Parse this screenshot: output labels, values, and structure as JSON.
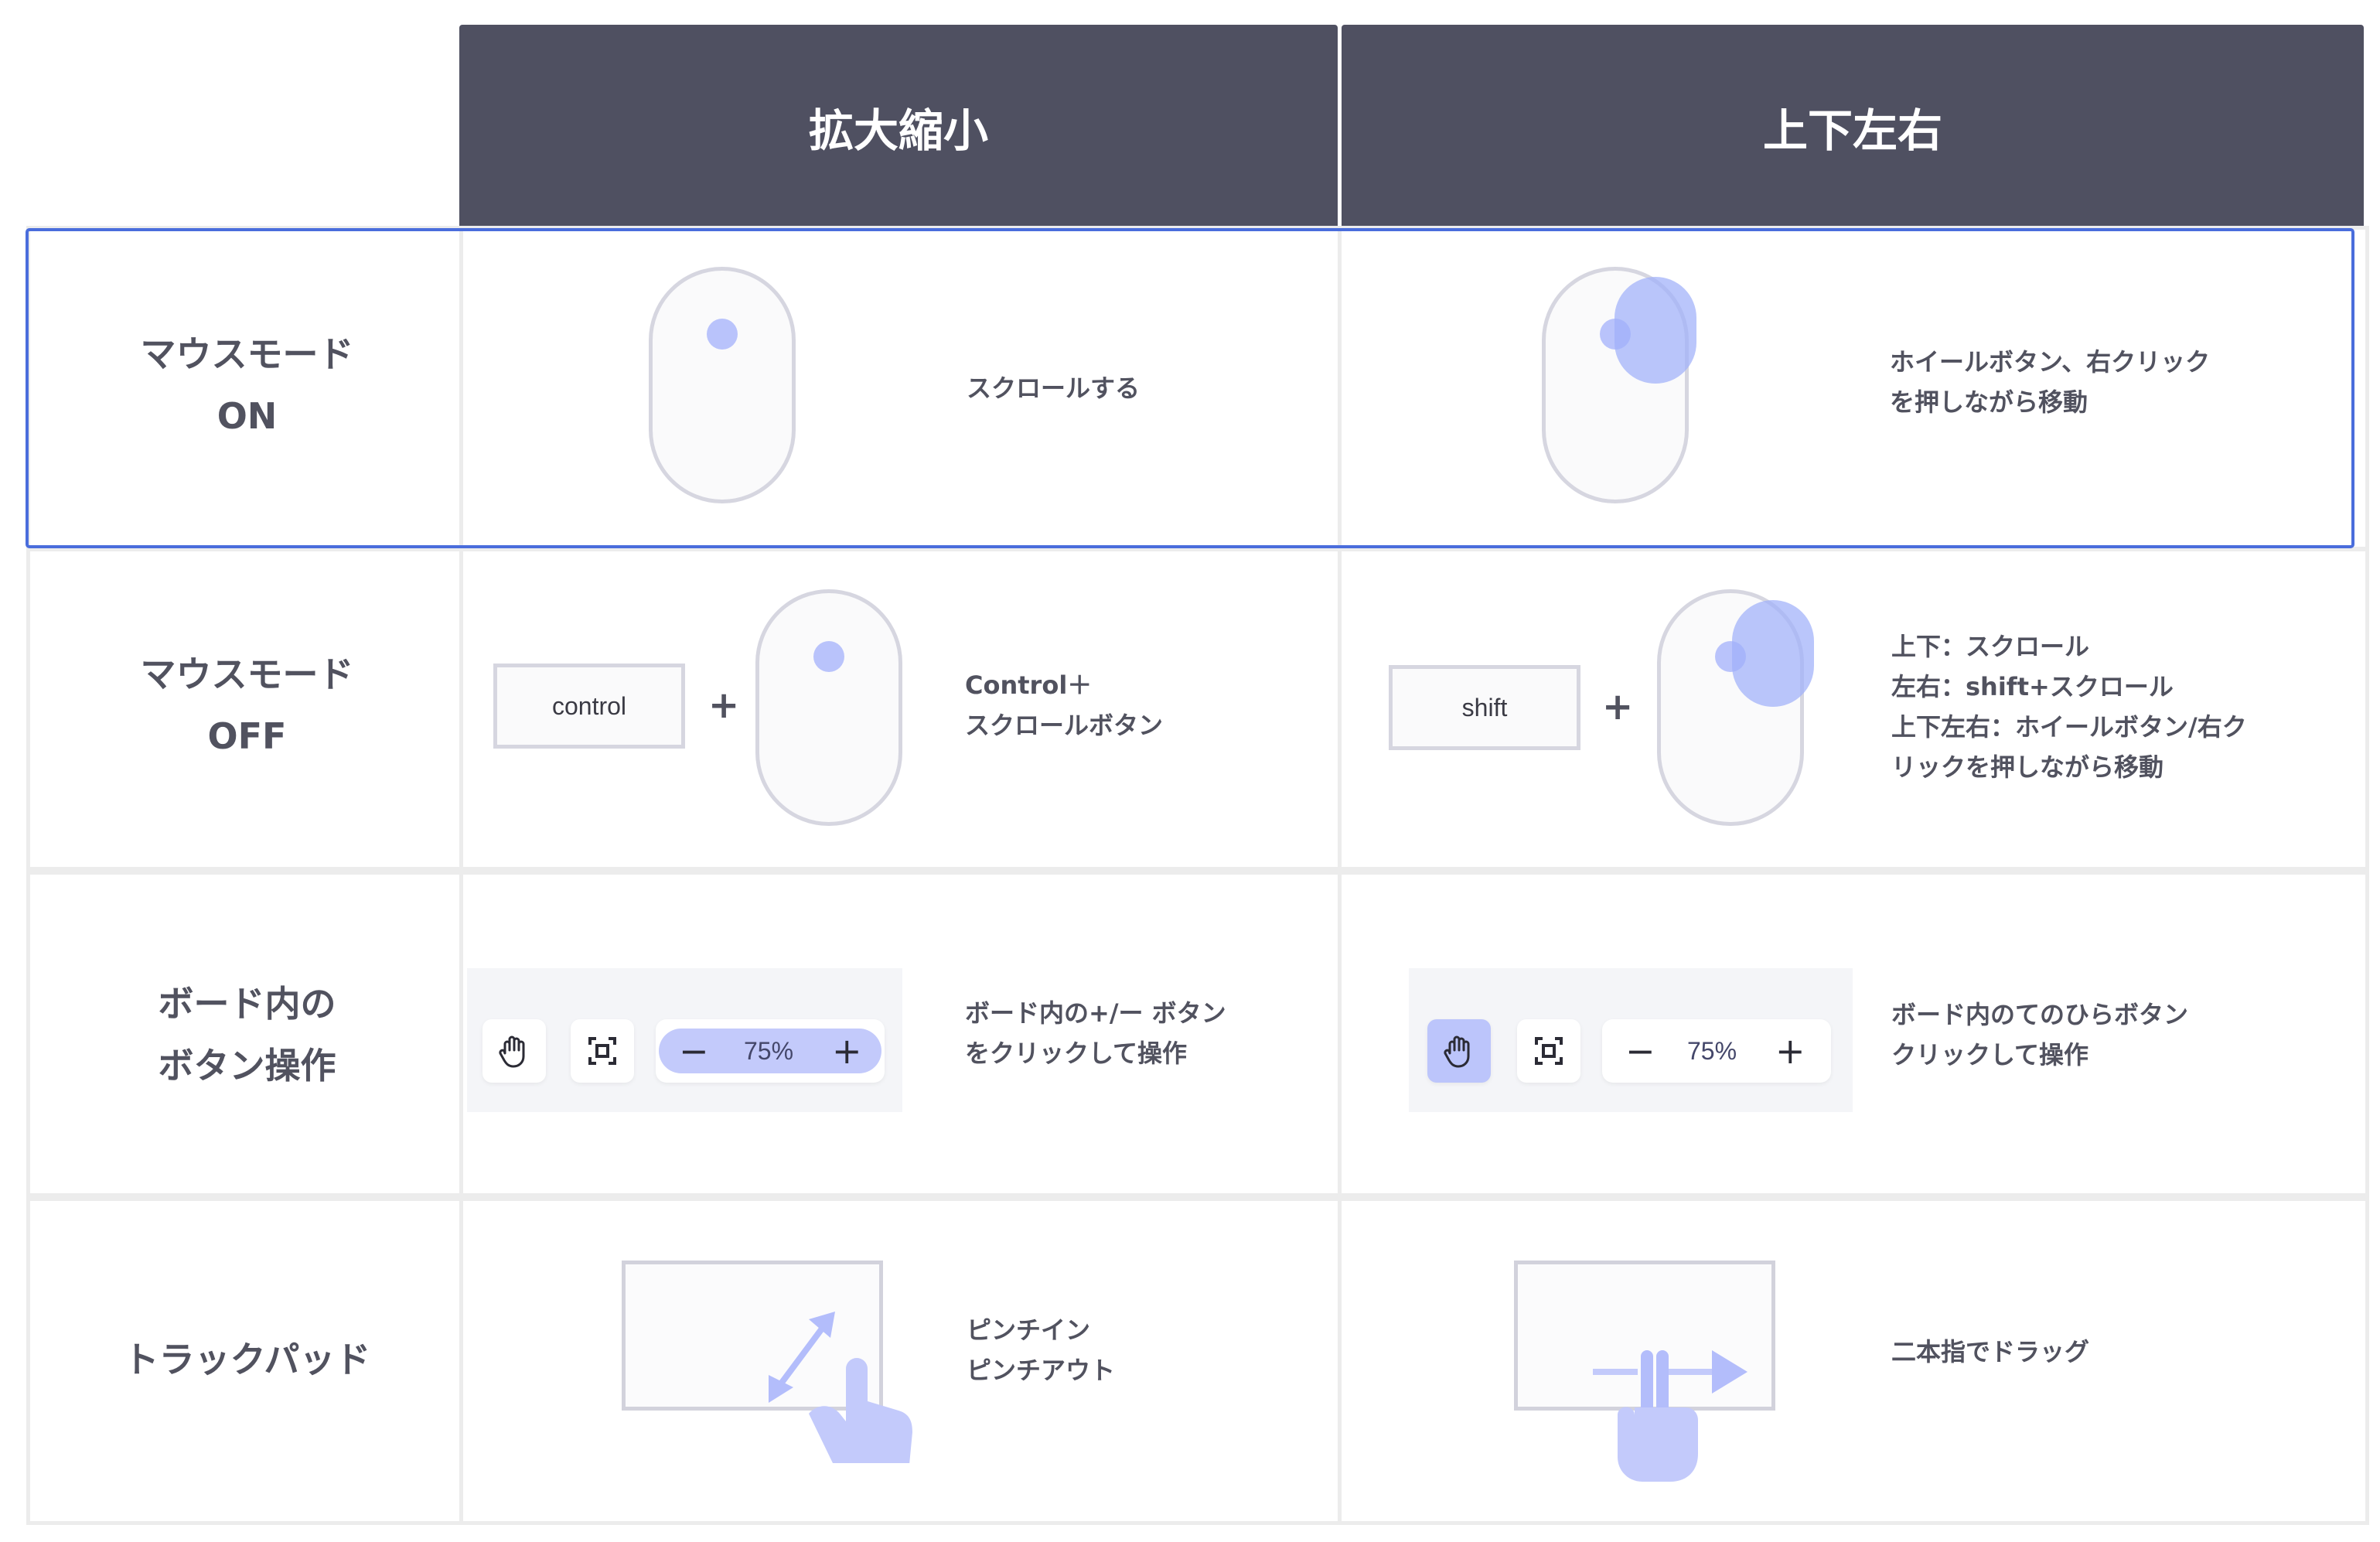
{
  "columns": {
    "zoom": "拡大縮小",
    "pan": "上下左右"
  },
  "rows": {
    "mouse_on": {
      "label_line1": "マウスモード",
      "label_line2": "ON",
      "zoom_desc": "スクロールする",
      "pan_desc_line1": "ホイールボタン、右クリック",
      "pan_desc_line2": "を押しながら移動"
    },
    "mouse_off": {
      "label_line1": "マウスモード",
      "label_line2": "OFF",
      "zoom_key": "control",
      "plus": "+",
      "zoom_desc_line1": "Control＋",
      "zoom_desc_line2": "スクロールボタン",
      "pan_key": "shift",
      "pan_desc_line1": "上下：スクロール",
      "pan_desc_line2": "左右：shift+スクロール",
      "pan_desc_line3": "上下左右：ホイールボタン/右ク",
      "pan_desc_line4": "リックを押しながら移動"
    },
    "board_buttons": {
      "label_line1": "ボード内の",
      "label_line2": "ボタン操作",
      "zoom_percent": "75%",
      "minus_symbol": "−",
      "plus_symbol": "+",
      "zoom_desc_line1": "ボード内の+/ー ボタン",
      "zoom_desc_line2": "をクリックして操作",
      "pan_desc_line1": "ボード内のてのひらボタン",
      "pan_desc_line2": "クリックして操作"
    },
    "trackpad": {
      "label": "トラックパッド",
      "zoom_desc_line1": "ピンチイン",
      "zoom_desc_line2": "ピンチアウト",
      "pan_desc": "二本指でドラッグ"
    }
  },
  "colors": {
    "header_bg": "#4f5061",
    "selected_border": "#4a6ddc",
    "accent_light": "#b9c3fb",
    "accent_blob": "#a0b0fa",
    "grid_line": "#ececec"
  },
  "icons": {
    "hand": "hand-icon",
    "fit": "fit-screen-icon",
    "pinch_arrows": "pinch-arrows-icon",
    "two_finger": "two-finger-drag-icon"
  },
  "state": {
    "selected_row": "mouse_on",
    "active_pan_tool": "hand"
  }
}
